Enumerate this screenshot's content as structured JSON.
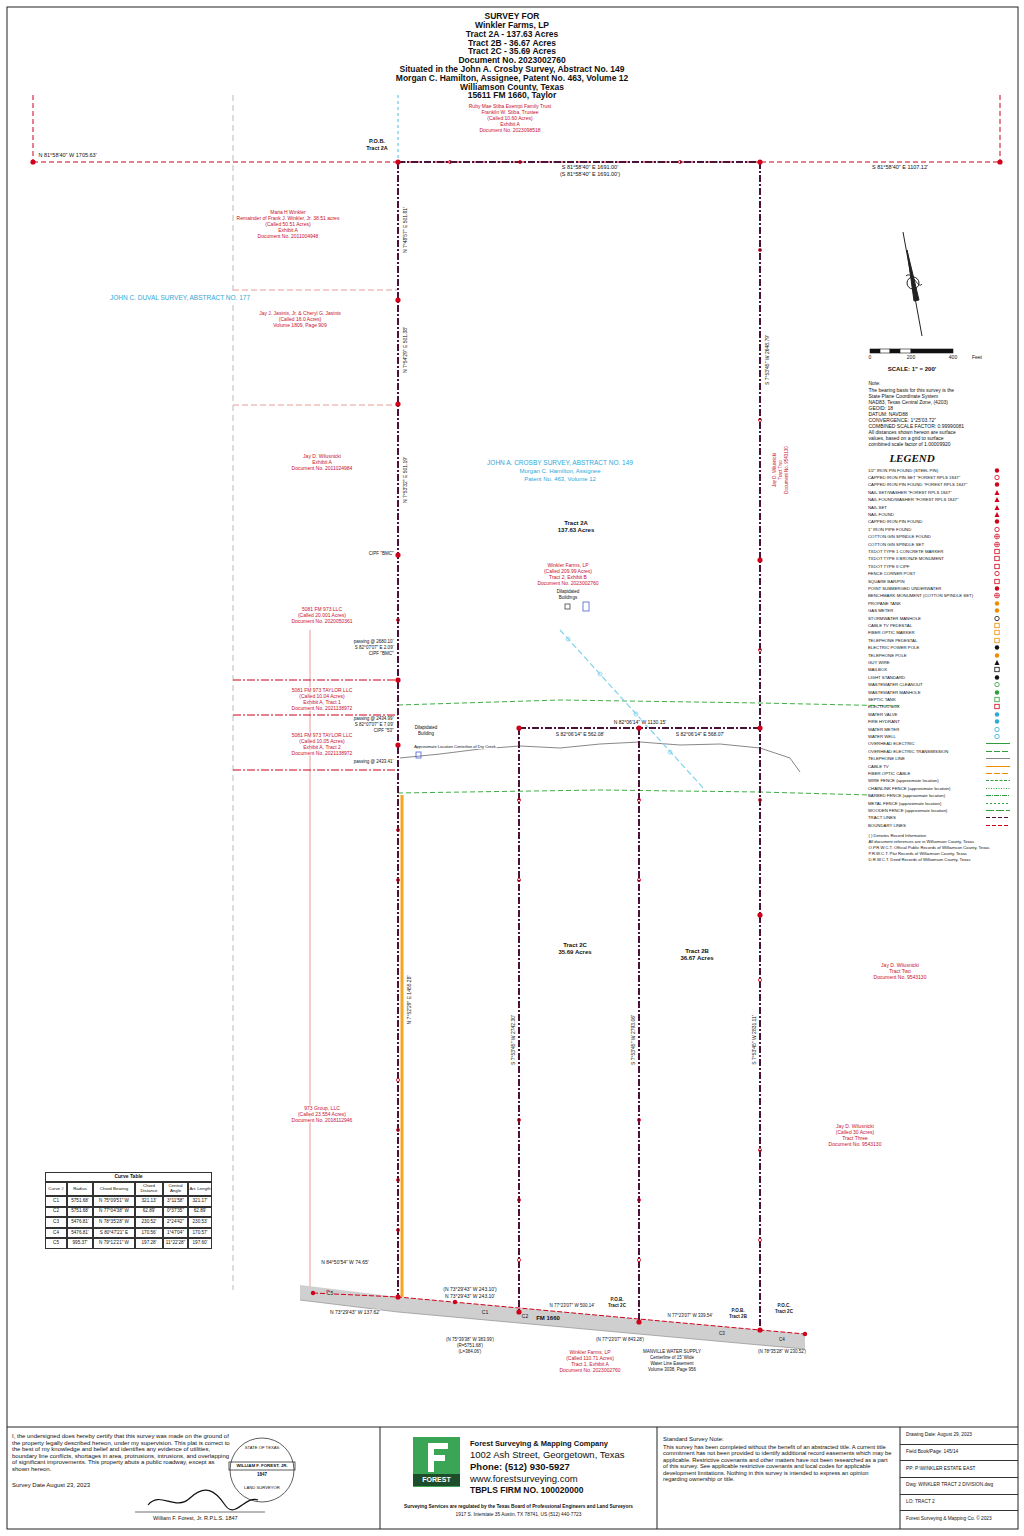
{
  "diagram": {
    "title": "SURVEY FOR",
    "nodes": [
      {
        "text": [
          "Curve Table",
          "Curve #",
          "Radius",
          "Chord Bearing",
          "Chord Distance",
          "Central Angle",
          "Arc Length",
          "C1",
          "5751.68'",
          "N 75°09'51\" W",
          "321.13'",
          "3°11'58\"",
          "321.17'",
          "C2",
          "5751.68'",
          "N 77°04'38\" W",
          "62.89'",
          "0°37'35\"",
          "62.89'",
          "C3",
          "5476.81'",
          "N 78°35'28\" W",
          "230.52'",
          "2°24'42\"",
          "230.53'",
          "C4",
          "5476.81'",
          "S 80°47'21\" E",
          "170.56'",
          "1°47'04\"",
          "170.57'",
          "C5",
          "995.37'",
          "N 79°12'21\" W",
          "197.28'",
          "11°22'28\"",
          "197.60'"
        ]
      },
      {
        "text": [
          "I, the undersigned does hereby certify that this survey was made on the ground of the property legally described hereon, under my supervision. This plat is correct to the best of my knowledge and belief and identifies any evidence of utilities, boundary line conflicts, shortages in area, protrusions, intrusions, and overlapping of significant improvements. This property abuts a public roadway, except as shown hereon.",
          "Survey Date August 23, 2023",
          "William F. Forest, Jr. R.P.L.S. 1847",
          "STATE OF TEXAS",
          "WILLIAM F. FOREST, JR.",
          "1847",
          "LAND SURVEYOR"
        ]
      },
      {
        "text": [
          "FOREST",
          "Forest Surveying & Mapping Company",
          "1002 Ash Street, Georgetown, Texas",
          "Phone: (512) 930-5927",
          "www.forestsurveying.com",
          "TBPLS FIRM NO. 100020000",
          "Surveying Services are regulated by the Texas Board of Professional Engineers and Land Surveyors",
          "1917 S. Interstate 35 Austin, TX 78741, US (512) 440-7723"
        ]
      },
      {
        "text": [
          "Standard Survey Note:",
          "This survey has been completed without the benefit of an abstracted title. A current title commitment has not been provided to identify additional record easements which may be applicable. Restrictive covenants and other matters have not been researched as a part of this survey. See applicable restrictive covenants and local codes for applicable development limitations. Nothing in this survey is intended to express an opinion regarding ownership or title."
        ]
      },
      {
        "text": [
          "Drawing Date: August 29, 2023",
          "Field Book/Page: 145/14",
          "PP: P:\\WINKLER ESTATE EAST",
          "Dwg: WINKLER TRACT 2 DIVISION.dwg",
          "LO: TRACT 2",
          "Forest Surveying & Mapping Co. © 2023"
        ]
      }
    ],
    "labels": [
      "Winkler Farms, LP",
      "Tract 2A - 137.63 Acres",
      "Tract 2B - 36.67 Acres",
      "Tract 2C - 35.69 Acres",
      "Document No. 2023002760",
      "Situated in the John A. Crosby Survey, Abstract No. 149",
      "Morgan C. Hamilton, Assignee, Patent No. 463, Volume 12",
      "Williamson County, Texas",
      "15611 FM 1660, Taylor",
      "Ruby Mae Stiba Exempt Family Trust",
      "Franklin W. Stiba, Trustee",
      "(Called 10.60 Acres)",
      "Exhibit A",
      "Document No. 2023098518",
      "N 81°58'40\" W 1705.63'",
      "P.O.B.",
      "Tract 2A",
      "S 81°58'40\" E 1691.00'",
      "(S 81°58'40\" E 1691.00')",
      "S 81°58'40\" E 1107.12'",
      "N 7°48'57\" E 501.81'",
      "N 7°54'29\" E 501.38'",
      "N 7°53'32\" E 501.19'",
      "N 7°52'29\" E 1455.28'",
      "S 7°53'45\" W 2648.79'",
      "Maria H Winkler",
      "Remainder of Frank J. Winkler, Jr. 38.51 acres",
      "(Called 50.51 Acres)",
      "Exhibit A",
      "Document No. 2011004948",
      "JOHN C. DUVAL SURVEY, ABSTRACT NO. 177",
      "Jay J. Jasinis, Jr. & Cheryl G. Jasinis",
      "(Called 16.0 Acres)",
      "Volume 1809, Page 909",
      "Jay D. Wilusnicki",
      "Exhibit A",
      "Document No. 2011024984",
      "5081 FM 973 LLC",
      "(Called 20.001 Acres)",
      "Document No. 2020050361",
      "5081 FM 973 TAYLOR LLC",
      "(Called 10.04 Acres)",
      "Exhibit A, Tract 1",
      "Document No. 2021138972",
      "5081 FM 973 TAYLOR LLC",
      "(Called 10.05 Acres)",
      "Exhibit A, Tract 2",
      "Document No. 2021138972",
      "973 Group, LLC",
      "(Called 23.554 Acres)",
      "Document No. 2018112946",
      "CIPF \"BMC\"",
      "passing @ 2680.10'",
      "S 82°07'07\" E 2.09'",
      "CIPF \"BMC\"",
      "passing @ 2434.99'",
      "S 82°07'07\" E 7.09'",
      "CIPF \"53\"",
      "passing @ 2433.41'",
      "Dilapidated",
      "Building",
      "Approximate Location Centerline of Dry Creek",
      "JOHN A. CROSBY SURVEY, ABSTRACT NO. 149",
      "Morgan C. Hamilton, Assignee",
      "Patent No. 463, Volume 12",
      "Tract 2A",
      "137.63 Acres",
      "Winkler Farms, LP",
      "(Called 209.99 Acres)",
      "Tract 2, Exhibit B",
      "Document No. 2023002760",
      "Dilapidated",
      "Buildings",
      "N 82°06'14\" W 1130.15'",
      "S 82°06'14\" E 562.08'",
      "S 82°06'14\" E 568.07'",
      "Tract 2C",
      "35.69 Acres",
      "Tract 2B",
      "36.67 Acres",
      "S 7°53'45\" W 2742.30'",
      "S 7°53'45\" W 2793.06'",
      "S 7°53'45\" W 2831.11'",
      "Jay D. Wilusnicki",
      "Tract Two",
      "Document No. 9543130",
      "Jay D. Wilusnicki",
      "Tract Two",
      "Document No. 9543130",
      "Jay D. Wilusnicki",
      "(Called 30 Acres)",
      "Tract Three",
      "Document No. 9543130",
      "N 84°50'54\" W 74.65'",
      "C5",
      "N 73°29'43\" W 137.62'",
      "(N 73°29'43\" W 243.10')",
      "N 73°29'43\" W 243.10'",
      "C1",
      "C2",
      "FM 1660",
      "P.O.B.",
      "Tract 2C",
      "N 77°23'07\" W 500.14'",
      "(N 77°23'07\" W 843.28')",
      "N 77°23'07\" W 339.54'",
      "P.O.B.",
      "Tract 2B",
      "P.O.C.",
      "Tract 2C",
      "C3",
      "C4",
      "(N 75°39'38\" W 383.99')",
      "(R=5751.68')",
      "(L=384.06')",
      "Winkler Farms, LP",
      "(Called 110.71 Acres)",
      "Tract 1, Exhibit A",
      "Document No. 2023002760",
      "MANVILLE WATER SUPPLY",
      "Centerline of 15' Wide",
      "Water Line Easement",
      "Volume 3038, Page 956",
      "(N 78°35'28\" W 230.52')",
      "0",
      "200",
      "400",
      "Feet",
      "SCALE: 1\" = 200'",
      "Note:",
      "The bearing basis for this survey is the",
      "State Plane Coordinate System",
      "NAD83, Texas Central Zone, (4203)",
      "GEOID: 18",
      "DATUM: NAVD88",
      "CONVERGENCE: 1°25'03.72\"",
      "COMBINED SCALE FACTOR: 0.99990081",
      "All distances shown hereon are surface",
      "values, based on a grid to surface",
      "combined scale factor of 1.00009920",
      "LEGEND",
      "( ) Denotes Record Information",
      "All document references are in Williamson County, Texas",
      "O.P.R.W.C.T. Official Public Records of Williamson County, Texas",
      "P.R.W.C.T. Plat Records of Williamson County, Texas",
      "D.R.W.C.T. Deed Records of Williamson County, Texas"
    ],
    "legend": [
      {
        "text": "1/2\" IRON PIN FOUND (STEEL PIN)"
      },
      {
        "text": "CAPPED IRON PIN SET \"FOREST RPLS 1847\""
      },
      {
        "text": "CAPPED IRON PIN FOUND \"FOREST RPLS 1847\""
      },
      {
        "text": "NAIL SET/WASHER \"FOREST RPLS 1847\""
      },
      {
        "text": "NAIL FOUND/WASHER \"FOREST RPLS 1847\""
      },
      {
        "text": "NAIL SET"
      },
      {
        "text": "NAIL FOUND"
      },
      {
        "text": "CAPPED IRON PIN FOUND"
      },
      {
        "text": "1\" IRON PIPE FOUND"
      },
      {
        "text": "COTTON GIN SPINDLE FOUND"
      },
      {
        "text": "COTTON GIN SPINDLE SET"
      },
      {
        "text": "TXDOT TYPE 1 CONCRETE MARKER"
      },
      {
        "text": "TXDOT TYPE II BRONZE MONUMENT"
      },
      {
        "text": "TXDOT TYPE II CIPF"
      },
      {
        "text": "FENCE CORNER POST"
      },
      {
        "text": "SQUARE BAR/PIN"
      },
      {
        "text": "POINT SUBMERGED UNDERWATER"
      },
      {
        "text": "BENCHMARK MONUMENT (COTTON SPINDLE SET)"
      },
      {
        "text": "PROPANE TANK"
      },
      {
        "text": "GAS METER"
      },
      {
        "text": "STORMWATER MANHOLE"
      },
      {
        "text": "CABLE TV PEDESTAL"
      },
      {
        "text": "FIBER OPTIC MARKER"
      },
      {
        "text": "TELEPHONE PEDESTAL"
      },
      {
        "text": "ELECTRIC POWER POLE"
      },
      {
        "text": "TELEPHONE POLE"
      },
      {
        "text": "GUY WIRE"
      },
      {
        "text": "MAILBOX"
      },
      {
        "text": "LIGHT STANDARD"
      },
      {
        "text": "WASTEWATER CLEANOUT"
      },
      {
        "text": "WASTEWATER MANHOLE"
      },
      {
        "text": "SEPTIC TANK"
      },
      {
        "text": "ELECTRIC BOX"
      },
      {
        "text": "WATER VALVE"
      },
      {
        "text": "FIRE HYDRANT"
      },
      {
        "text": "WATER METER"
      },
      {
        "text": "WATER WELL"
      },
      {
        "text": "OVERHEAD ELECTRIC"
      },
      {
        "text": "OVERHEAD ELECTRIC TRANSMISSION"
      },
      {
        "text": "TELEPHONE LINE"
      },
      {
        "text": "CABLE TV"
      },
      {
        "text": "FIBER OPTIC CABLE"
      },
      {
        "text": "WIRE FENCE (approximate location)"
      },
      {
        "text": "CHAINLINK FENCE (approximate location)"
      },
      {
        "text": "BARBED FENCE (approximate location)"
      },
      {
        "text": "METAL FENCE (approximate location)"
      },
      {
        "text": "WOODEN FENCE (approximate location)"
      },
      {
        "text": "TRACT LINES"
      },
      {
        "text": "BOUNDARY LINES"
      }
    ]
  }
}
